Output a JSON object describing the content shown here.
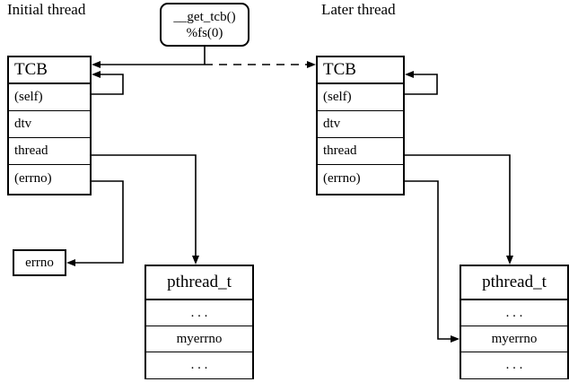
{
  "diagram": {
    "titles": {
      "initial": "Initial thread",
      "later": "Later thread"
    },
    "get_tcb": {
      "line1": "__get_tcb()",
      "line2": "%fs(0)"
    },
    "tcb_initial": {
      "header": "TCB",
      "fields": [
        "(self)",
        "dtv",
        "thread",
        "(errno)"
      ]
    },
    "tcb_later": {
      "header": "TCB",
      "fields": [
        "(self)",
        "dtv",
        "thread",
        "(errno)"
      ]
    },
    "pthread_initial": {
      "header": "pthread_t",
      "fields": [
        ". . .",
        "myerrno",
        ". . ."
      ]
    },
    "pthread_later": {
      "header": "pthread_t",
      "fields": [
        ". . .",
        "myerrno",
        ". . ."
      ]
    },
    "errno_box": {
      "label": "errno"
    },
    "colors": {
      "stroke": "#000000",
      "background": "#ffffff"
    }
  }
}
